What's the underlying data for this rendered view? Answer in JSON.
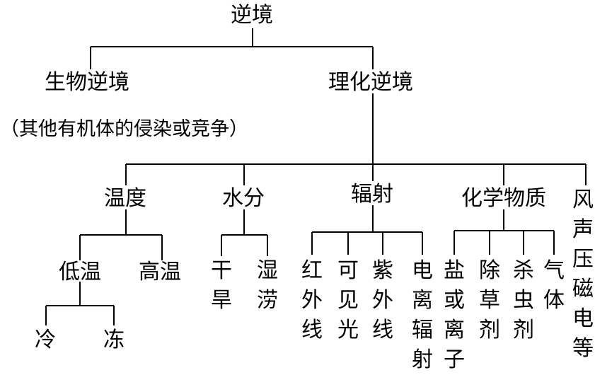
{
  "diagram": {
    "root": "逆境",
    "bio": {
      "label": "生物逆境",
      "note": "（其他有机体的侵染或竞争）"
    },
    "phys": {
      "label": "理化逆境"
    },
    "temperature": {
      "label": "温度",
      "low": "低温",
      "high": "高温",
      "cold": "冷",
      "freeze": "冻"
    },
    "water": {
      "label": "水分",
      "drought": "干旱",
      "waterlog": "湿涝"
    },
    "radiation": {
      "label": "辐射",
      "infrared": "红外线",
      "visible": "可见光",
      "ultraviolet": "紫外线",
      "ionizing": "电离辐射"
    },
    "chemical": {
      "label": "化学物质",
      "salt": "盐或离子",
      "herbicide": "除草剂",
      "insecticide": "杀虫剂",
      "gas": "气体"
    },
    "wind": "风声压磁电等"
  }
}
